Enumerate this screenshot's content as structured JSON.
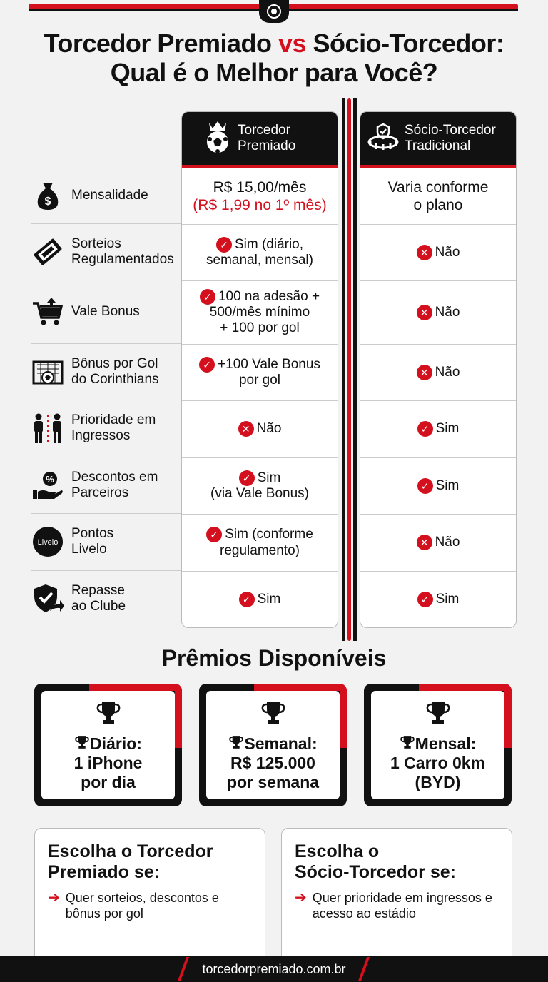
{
  "title": {
    "part1": "Torcedor Premiado ",
    "vs": "vs",
    "part2": " Sócio-Torcedor:",
    "line2": "Qual é o Melhor para Você?"
  },
  "columns": {
    "a": {
      "line1": "Torcedor",
      "line2": "Premiado",
      "icon": "soccer-ball-crown-icon"
    },
    "b": {
      "line1": "Sócio-Torcedor",
      "line2": "Tradicional",
      "icon": "stadium-shield-icon"
    }
  },
  "rows": [
    {
      "label1": "Mensalidade",
      "label2": "",
      "icon": "money-bag-icon",
      "a": {
        "mark": "",
        "text1": "R$ 15,00/mês",
        "text2": "(R$ 1,99 no 1º mês)"
      },
      "b": {
        "mark": "",
        "text1": "Varia conforme",
        "text2": "o plano"
      }
    },
    {
      "label1": "Sorteios",
      "label2": "Regulamentados",
      "icon": "ticket-icon",
      "a": {
        "mark": "✓",
        "text1": "Sim (diário,",
        "text2": "semanal, mensal)"
      },
      "b": {
        "mark": "✕",
        "text1": "Não",
        "text2": ""
      }
    },
    {
      "label1": "Vale Bonus",
      "label2": "",
      "icon": "shopping-cart-icon",
      "a": {
        "mark": "✓",
        "text1": "100 na adesão +",
        "text2": "500/mês mínimo",
        "text3": "+ 100 por gol"
      },
      "b": {
        "mark": "✕",
        "text1": "Não",
        "text2": ""
      }
    },
    {
      "label1": "Bônus por Gol",
      "label2": "do Corinthians",
      "icon": "soccer-goal-icon",
      "a": {
        "mark": "✓",
        "text1": "+100 Vale Bonus",
        "text2": "por gol"
      },
      "b": {
        "mark": "✕",
        "text1": "Não",
        "text2": ""
      }
    },
    {
      "label1": "Prioridade em",
      "label2": "Ingressos",
      "icon": "people-turnstile-icon",
      "a": {
        "mark": "✕",
        "text1": "Não",
        "text2": ""
      },
      "b": {
        "mark": "✓",
        "text1": "Sim",
        "text2": ""
      }
    },
    {
      "label1": "Descontos em",
      "label2": "Parceiros",
      "icon": "discount-hand-icon",
      "a": {
        "mark": "✓",
        "text1": "Sim",
        "text2": "(via Vale Bonus)"
      },
      "b": {
        "mark": "✓",
        "text1": "Sim",
        "text2": ""
      }
    },
    {
      "label1": "Pontos",
      "label2": "Livelo",
      "icon": "livelo-logo-icon",
      "logo_text": "Livelo",
      "a": {
        "mark": "✓",
        "text1": "Sim (conforme",
        "text2": "regulamento)"
      },
      "b": {
        "mark": "✕",
        "text1": "Não",
        "text2": ""
      }
    },
    {
      "label1": "Repasse",
      "label2": "ao Clube",
      "icon": "shield-check-arrow-icon",
      "a": {
        "mark": "✓",
        "text1": "Sim",
        "text2": ""
      },
      "b": {
        "mark": "✓",
        "text1": "Sim",
        "text2": ""
      }
    }
  ],
  "prizes": {
    "title": "Prêmios Disponíveis",
    "items": [
      {
        "line1": "Diário:",
        "line2": "1 iPhone",
        "line3": "por dia"
      },
      {
        "line1": "Semanal:",
        "line2": "R$ 125.000",
        "line3": "por semana"
      },
      {
        "line1": "Mensal:",
        "line2": "1 Carro 0km",
        "line3": "(BYD)"
      }
    ]
  },
  "choose": {
    "a": {
      "title1": "Escolha o Torcedor",
      "title2": "Premiado se:",
      "bullet": "Quer sorteios, descontos e bônus por gol"
    },
    "b": {
      "title1": "Escolha o",
      "title2": "Sócio-Torcedor se:",
      "bullet": "Quer prioridade em ingressos e acesso ao estádio"
    }
  },
  "footer": {
    "url": "torcedorpremiado.com.br"
  },
  "colors": {
    "accent": "#d4101e",
    "dark": "#111111"
  }
}
